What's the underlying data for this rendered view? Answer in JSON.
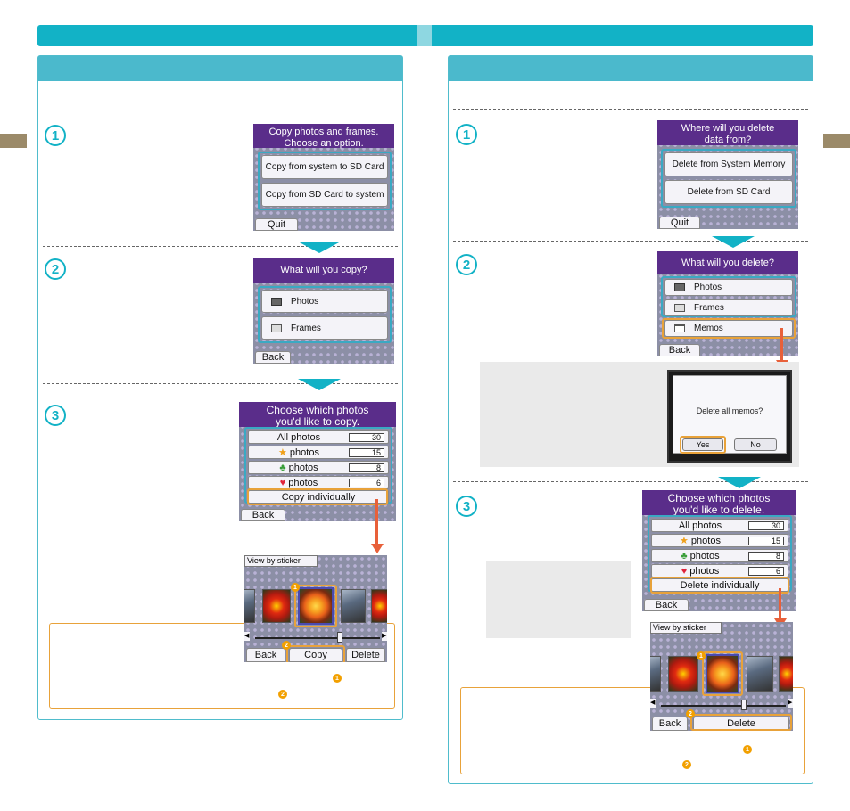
{
  "left_panel": {
    "steps": [
      "1",
      "2",
      "3"
    ],
    "screen1": {
      "header": [
        "Copy photos and frames.",
        "Choose an option."
      ],
      "options": [
        "Copy from system to SD Card",
        "Copy from SD Card to system"
      ],
      "quit": "Quit"
    },
    "screen2": {
      "header": "What will you copy?",
      "options": [
        "Photos",
        "Frames"
      ],
      "back": "Back"
    },
    "screen3": {
      "header": [
        "Choose which photos",
        "you'd like to copy."
      ],
      "rows": [
        {
          "icon": "",
          "label": "All photos",
          "count": "30"
        },
        {
          "icon": "star-icon",
          "label": "photos",
          "count": "15"
        },
        {
          "icon": "club-icon",
          "label": "photos",
          "count": "8"
        },
        {
          "icon": "heart-icon",
          "label": "photos",
          "count": "6"
        }
      ],
      "individually": "Copy individually",
      "back": "Back"
    },
    "sticker_screen": {
      "title": "View by sticker",
      "back": "Back",
      "action": "Copy",
      "delete": "Delete",
      "badges": [
        "1",
        "2"
      ]
    },
    "note_badges": [
      "1",
      "2"
    ]
  },
  "right_panel": {
    "steps": [
      "1",
      "2",
      "3"
    ],
    "screen1": {
      "header": [
        "Where will you delete",
        "data from?"
      ],
      "options": [
        "Delete from System Memory",
        "Delete from SD Card"
      ],
      "quit": "Quit"
    },
    "screen2": {
      "header": "What will you delete?",
      "options": [
        "Photos",
        "Frames",
        "Memos"
      ],
      "back": "Back"
    },
    "dialog": {
      "message": "Delete all memos?",
      "yes": "Yes",
      "no": "No"
    },
    "screen3": {
      "header": [
        "Choose which photos",
        "you'd like to delete."
      ],
      "rows": [
        {
          "icon": "",
          "label": "All photos",
          "count": "30"
        },
        {
          "icon": "star-icon",
          "label": "photos",
          "count": "15"
        },
        {
          "icon": "club-icon",
          "label": "photos",
          "count": "8"
        },
        {
          "icon": "heart-icon",
          "label": "photos",
          "count": "6"
        }
      ],
      "individually": "Delete individually",
      "back": "Back"
    },
    "sticker_screen": {
      "title": "View by sticker",
      "back": "Back",
      "action": "Delete",
      "badges": [
        "1",
        "2"
      ]
    },
    "note_badges": [
      "1",
      "2"
    ]
  },
  "colors": {
    "accent": "#12b2c6",
    "panel_header": "#4bb9cc",
    "screen_header": "#5a2d8a",
    "highlight_orange": "#e8a23a",
    "arrow": "#e8603a"
  }
}
